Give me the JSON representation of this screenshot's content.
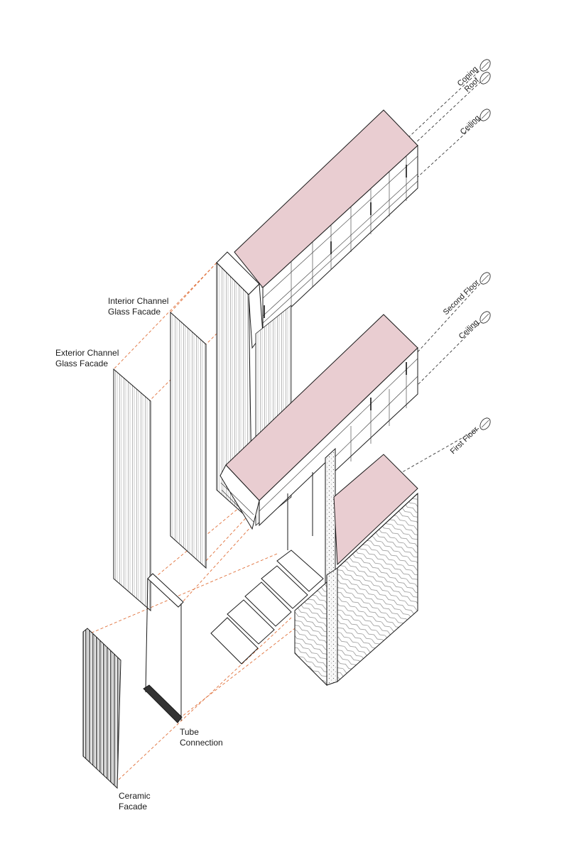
{
  "colors": {
    "slab_top": "#e9cdd1",
    "line": "#1a1a1a",
    "projection_orange": "#e0703a",
    "projection_black": "#222222",
    "concrete_fill": "#f3f3f3"
  },
  "labels": {
    "interior_channel": [
      "Interior Channel",
      "Glass Facade"
    ],
    "exterior_channel": [
      "Exterior Channel",
      "Glass Facade"
    ],
    "tube_connection": [
      "Tube",
      "Connection"
    ],
    "ceramic_facade": [
      "Ceramic",
      "Facade"
    ]
  },
  "levels": {
    "coping": "Coping",
    "roof": "Roof",
    "ceiling_upper": "Ceiling",
    "second_floor": "Second Floor",
    "ceiling_lower": "Ceiling",
    "first_floor": "First Floor"
  },
  "icons": {
    "level_marker": "section-marker-icon"
  }
}
